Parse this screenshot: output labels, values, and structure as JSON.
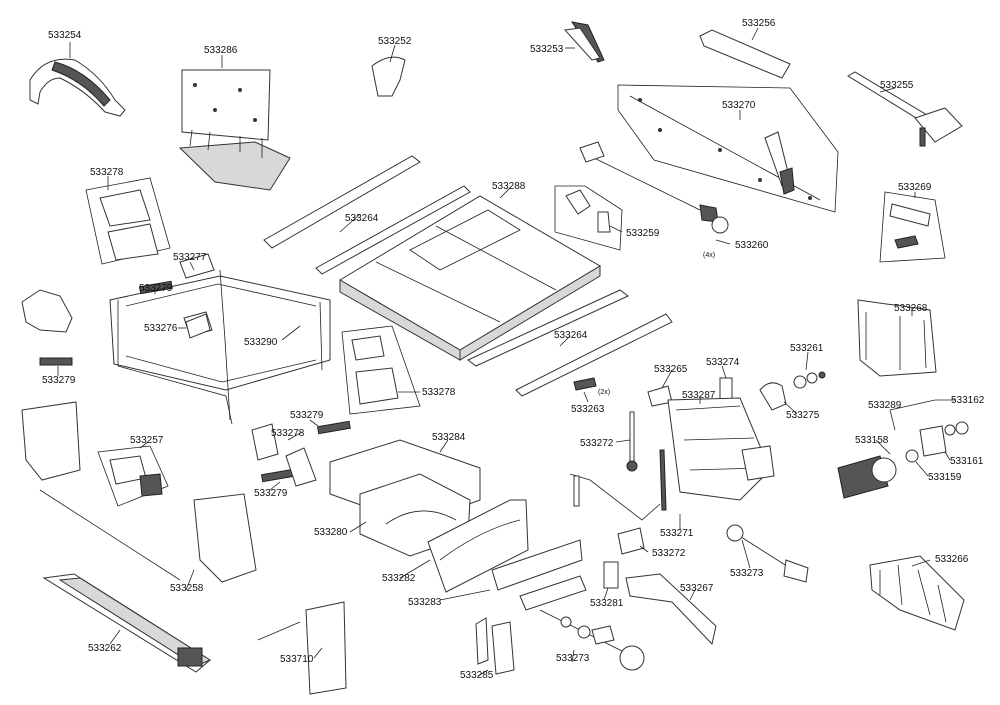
{
  "parts": [
    {
      "id": "533254"
    },
    {
      "id": "533286"
    },
    {
      "id": "533252"
    },
    {
      "id": "533253"
    },
    {
      "id": "533256"
    },
    {
      "id": "533255"
    },
    {
      "id": "533270"
    },
    {
      "id": "533278a",
      "num": "533278"
    },
    {
      "id": "533264a",
      "num": "533264"
    },
    {
      "id": "533288"
    },
    {
      "id": "533259"
    },
    {
      "id": "533260"
    },
    {
      "id": "533269"
    },
    {
      "id": "533277"
    },
    {
      "id": "533279a",
      "num": "533279"
    },
    {
      "id": "533276"
    },
    {
      "id": "533290"
    },
    {
      "id": "533279b",
      "num": "533279"
    },
    {
      "id": "533268"
    },
    {
      "id": "533264b",
      "num": "533264"
    },
    {
      "id": "533261"
    },
    {
      "id": "533278b",
      "num": "533278"
    },
    {
      "id": "533274"
    },
    {
      "id": "533265"
    },
    {
      "id": "533263"
    },
    {
      "id": "533275"
    },
    {
      "id": "533287"
    },
    {
      "id": "533289"
    },
    {
      "id": "533162"
    },
    {
      "id": "533279c",
      "num": "533279"
    },
    {
      "id": "533278c",
      "num": "533278"
    },
    {
      "id": "533284"
    },
    {
      "id": "533272a",
      "num": "533272"
    },
    {
      "id": "533158"
    },
    {
      "id": "533161"
    },
    {
      "id": "533257"
    },
    {
      "id": "533159"
    },
    {
      "id": "533279d",
      "num": "533279"
    },
    {
      "id": "533280"
    },
    {
      "id": "533271"
    },
    {
      "id": "533272b",
      "num": "533272"
    },
    {
      "id": "533266"
    },
    {
      "id": "533273a",
      "num": "533273"
    },
    {
      "id": "533282"
    },
    {
      "id": "533258"
    },
    {
      "id": "533267"
    },
    {
      "id": "533283"
    },
    {
      "id": "533281"
    },
    {
      "id": "533262"
    },
    {
      "id": "533710"
    },
    {
      "id": "533273b",
      "num": "533273"
    },
    {
      "id": "533285"
    }
  ],
  "qty": {
    "q2x": "(2x)",
    "q4x": "(4x)"
  }
}
